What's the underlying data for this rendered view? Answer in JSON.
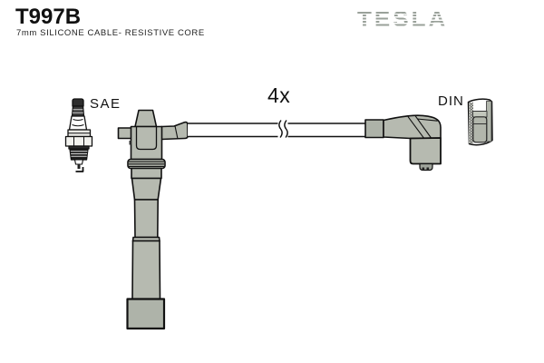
{
  "header": {
    "part_number": "T997B",
    "subtitle": "7mm SILICONE CABLE- RESISTIVE CORE"
  },
  "brand": {
    "logo_text": "TESLA"
  },
  "diagram": {
    "quantity_label": "4x",
    "sae_label": "SAE",
    "din_label": "DIN",
    "parts": [
      "spark-plug (SAE terminal)",
      "distributor-end boot",
      "7mm silicone cable x4",
      "90-degree plug boot",
      "DIN terminal cross-section"
    ]
  },
  "colors": {
    "background": "#ffffff",
    "boot_gray": "#b6bab0",
    "boot_dark_gray": "#aeb3a9",
    "ferrule_gray": "#adb2a8",
    "outline_black": "#111111",
    "logo_gray": "#9aa19a"
  }
}
